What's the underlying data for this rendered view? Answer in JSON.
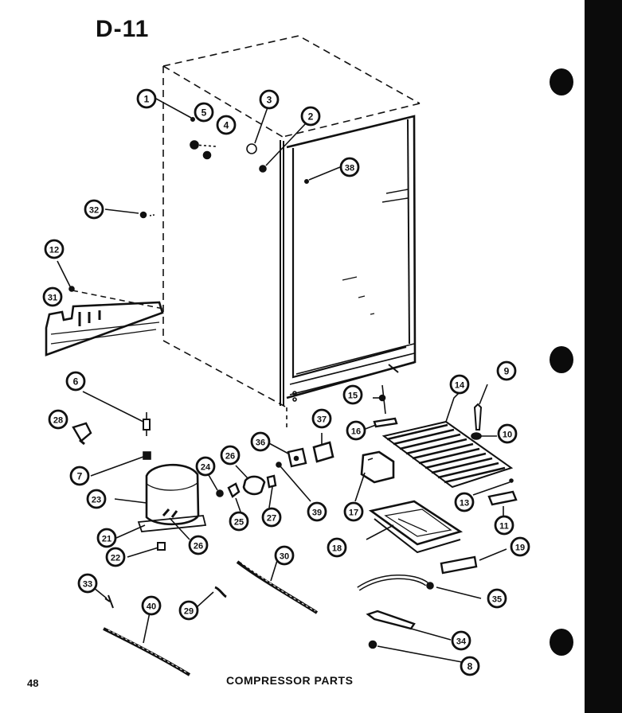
{
  "diagram": {
    "title": "D-11",
    "page_number": "48",
    "caption": "COMPRESSOR PARTS",
    "callouts": [
      {
        "id": "c1",
        "label": "1"
      },
      {
        "id": "c5",
        "label": "5"
      },
      {
        "id": "c4",
        "label": "4"
      },
      {
        "id": "c3",
        "label": "3"
      },
      {
        "id": "c2",
        "label": "2"
      },
      {
        "id": "c38a",
        "label": "38"
      },
      {
        "id": "c32",
        "label": "32"
      },
      {
        "id": "c12",
        "label": "12"
      },
      {
        "id": "c31",
        "label": "31"
      },
      {
        "id": "c6",
        "label": "6"
      },
      {
        "id": "c28a",
        "label": "28"
      },
      {
        "id": "c7",
        "label": "7"
      },
      {
        "id": "c23",
        "label": "23"
      },
      {
        "id": "c24",
        "label": "24"
      },
      {
        "id": "c26a",
        "label": "26"
      },
      {
        "id": "c25",
        "label": "25"
      },
      {
        "id": "c27",
        "label": "27"
      },
      {
        "id": "c21",
        "label": "21"
      },
      {
        "id": "c26b",
        "label": "26"
      },
      {
        "id": "c22",
        "label": "22"
      },
      {
        "id": "c36",
        "label": "36"
      },
      {
        "id": "c37",
        "label": "37"
      },
      {
        "id": "c39",
        "label": "39"
      },
      {
        "id": "c15",
        "label": "15"
      },
      {
        "id": "c16",
        "label": "16"
      },
      {
        "id": "c14",
        "label": "14"
      },
      {
        "id": "c9",
        "label": "9"
      },
      {
        "id": "c10",
        "label": "10"
      },
      {
        "id": "c17",
        "label": "17"
      },
      {
        "id": "c13",
        "label": "13"
      },
      {
        "id": "c11",
        "label": "11"
      },
      {
        "id": "c18",
        "label": "18"
      },
      {
        "id": "c19",
        "label": "19"
      },
      {
        "id": "c33",
        "label": "33"
      },
      {
        "id": "c40",
        "label": "40"
      },
      {
        "id": "c29",
        "label": "29"
      },
      {
        "id": "c30",
        "label": "30"
      },
      {
        "id": "c35",
        "label": "35"
      },
      {
        "id": "c34",
        "label": "34"
      },
      {
        "id": "c8",
        "label": "8"
      }
    ]
  },
  "colors": {
    "ink": "#111111",
    "paper": "#ffffff"
  }
}
